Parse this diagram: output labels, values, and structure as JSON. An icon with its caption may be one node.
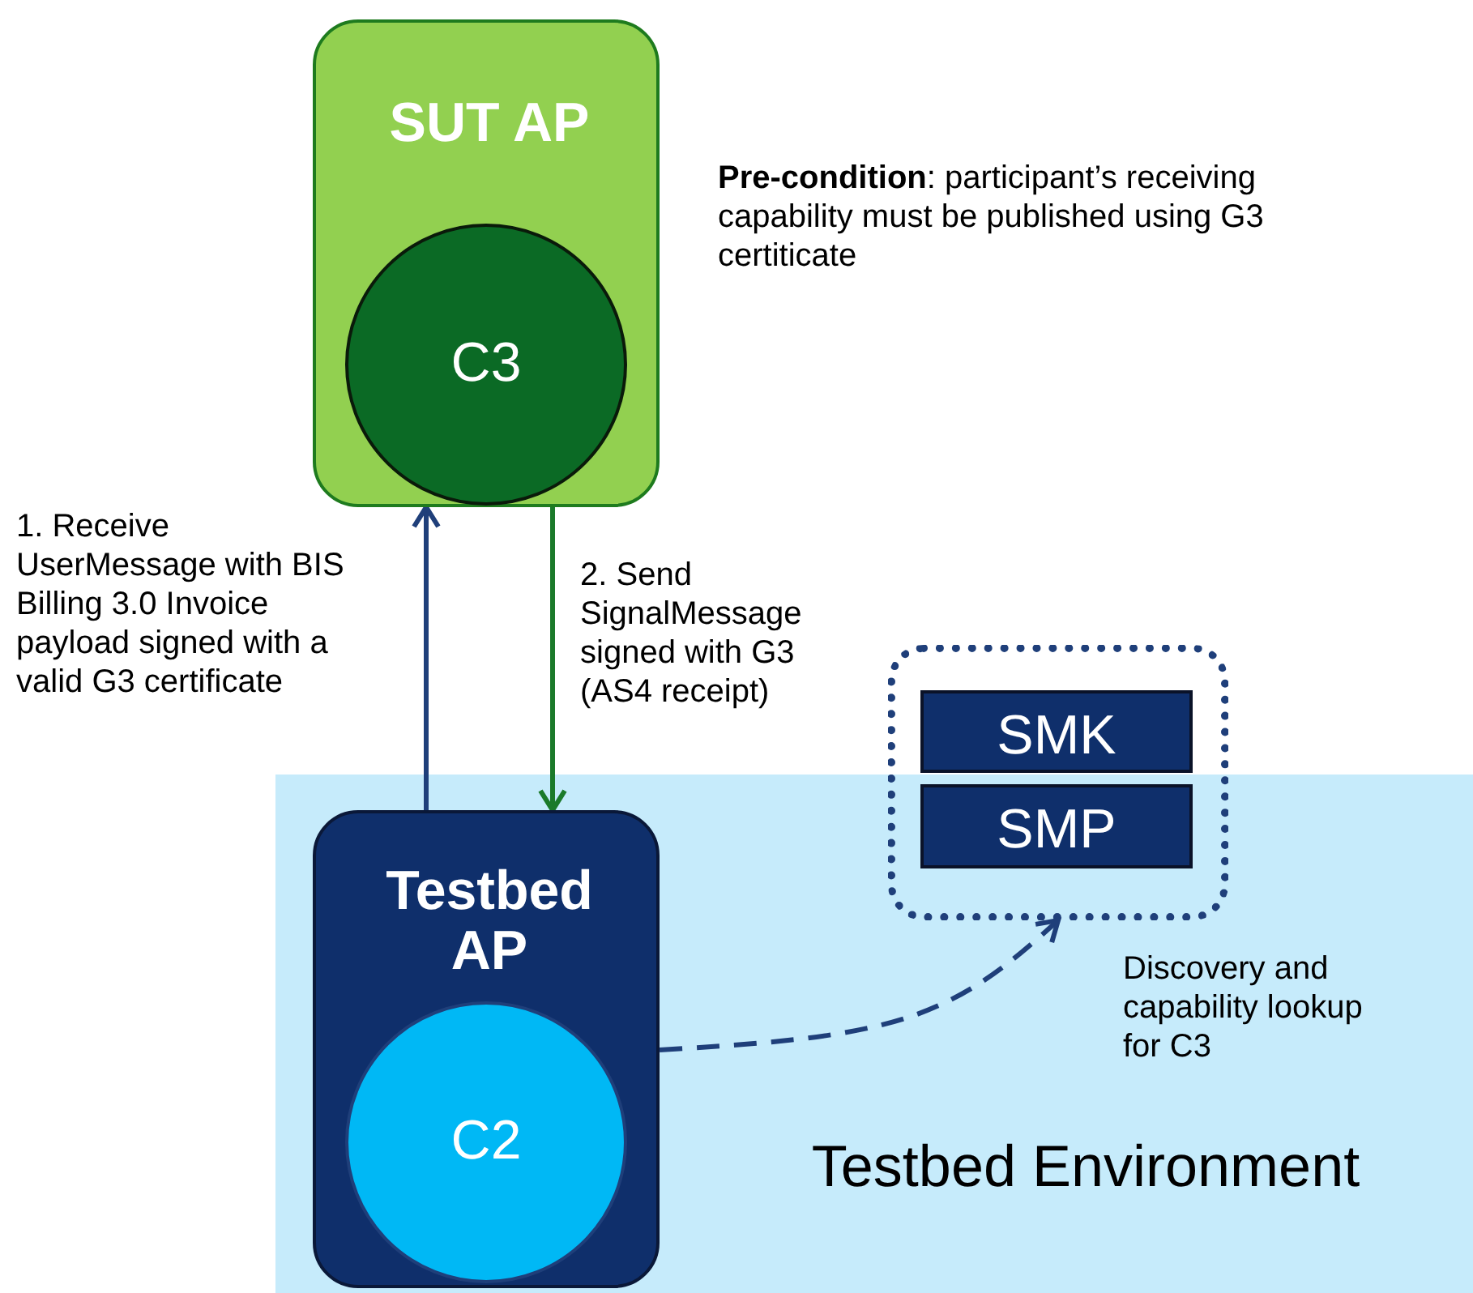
{
  "diagram": {
    "nodes": [
      {
        "text": [
          "Testbed Environment"
        ]
      },
      {
        "text": [
          "SUT AP"
        ]
      },
      {
        "text": [
          "C3"
        ],
        "in": 1
      },
      {
        "text": [
          "Testbed AP"
        ],
        "in": 0
      },
      {
        "text": [
          "C2"
        ],
        "in": 3
      },
      {
        "text": [],
        "shape": "box"
      },
      {
        "text": [
          "SMK"
        ],
        "in": 5
      },
      {
        "text": [
          "SMP"
        ]
      }
    ],
    "edges": [
      {
        "from": 3,
        "to": 1,
        "arrow": "to",
        "label": "1. Receive UserMessage with BIS Billing 3.0 Invoice payload signed with a valid G3 certificate",
        "color": "#1f3f7a"
      },
      {
        "from": 1,
        "to": 3,
        "arrow": "to",
        "label": "2. Send SignalMessage signed with G3 (AS4 receipt)",
        "color": "#1b7a2a"
      },
      {
        "from": 3,
        "to": 5,
        "arrow": "to",
        "label": "Discovery and capability lookup for C3",
        "style": "dashed",
        "color": "#1f3f7a"
      }
    ],
    "labels": [
      "**Pre-condition**: participant’s receiving capability must be published using G3 certiticate"
    ]
  }
}
